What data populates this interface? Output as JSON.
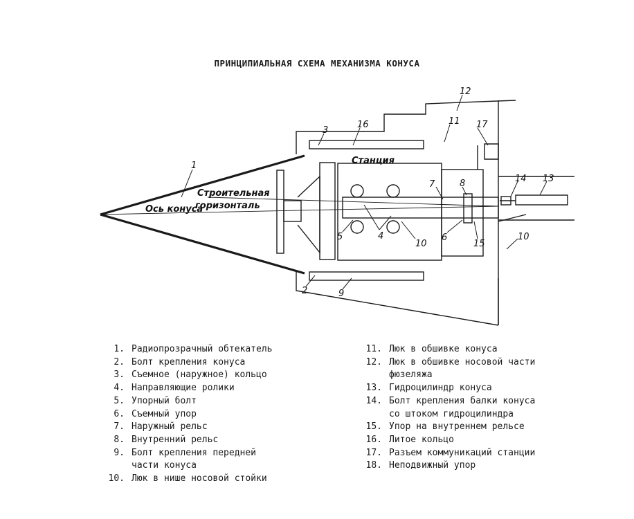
{
  "title": "ПРИНЦИПИАЛЬНАЯ СХЕМА МЕХАНИЗМА КОНУСА",
  "scheme": {
    "labels": {
      "stanciya": "Станция",
      "stroitelnaya": "Строительная",
      "gorizontal": "горизонталь",
      "os_konusa": "Ось конуса"
    },
    "callouts": [
      "1",
      "2",
      "3",
      "4",
      "5",
      "6",
      "7",
      "8",
      "9",
      "10",
      "10",
      "11",
      "12",
      "13",
      "14",
      "15",
      "16",
      "17"
    ]
  },
  "legend": {
    "left": [
      {
        "num": "1.",
        "text": "Радиопрозрачный обтекатель"
      },
      {
        "num": "2.",
        "text": "Болт крепления конуса"
      },
      {
        "num": "3.",
        "text": "Съемное (наружное) кольцо"
      },
      {
        "num": "4.",
        "text": "Направляющие ролики"
      },
      {
        "num": "5.",
        "text": "Упорный болт"
      },
      {
        "num": "6.",
        "text": "Съемный упор"
      },
      {
        "num": "7.",
        "text": "Наружный рельс"
      },
      {
        "num": "8.",
        "text": "Внутренний рельс"
      },
      {
        "num": "9.",
        "text": "Болт крепления передней\nчасти конуса"
      },
      {
        "num": "10.",
        "text": "Люк в нише носовой стойки"
      }
    ],
    "right": [
      {
        "num": "11.",
        "text": "Люк в обшивке конуса"
      },
      {
        "num": "12.",
        "text": "Люк в обшивке носовой части\nфюзеляжа"
      },
      {
        "num": "13.",
        "text": "Гидроцилиндр конуса"
      },
      {
        "num": "14.",
        "text": "Болт крепления балки конуса\nсо штоком гидроцилиндра"
      },
      {
        "num": "15.",
        "text": "Упор на внутреннем рельсе"
      },
      {
        "num": "16.",
        "text": "Литое кольцо"
      },
      {
        "num": "17.",
        "text": "Разъем коммуникаций станции"
      },
      {
        "num": "18.",
        "text": "Неподвижный упор"
      }
    ]
  }
}
